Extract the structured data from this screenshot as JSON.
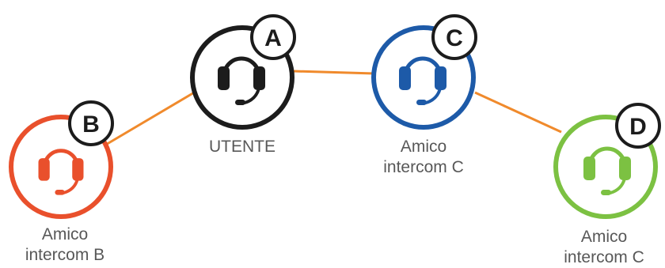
{
  "colors": {
    "link": "#F08A2C",
    "user": "#1c1c1c",
    "friend_b": "#E9502C",
    "friend_c": "#1D5AA8",
    "friend_d": "#7CC142",
    "badge_stroke": "#1c1c1c",
    "label_text": "#585858"
  },
  "nodes": {
    "a": {
      "badge": "A",
      "label_lines": [
        "UTENTE"
      ],
      "icon": "headset-icon"
    },
    "b": {
      "badge": "B",
      "label_lines": [
        "Amico",
        "intercom B"
      ],
      "icon": "headset-icon"
    },
    "c": {
      "badge": "C",
      "label_lines": [
        "Amico",
        "intercom C"
      ],
      "icon": "headset-icon"
    },
    "d": {
      "badge": "D",
      "label_lines": [
        "Amico",
        "intercom C"
      ],
      "icon": "headset-icon"
    }
  }
}
